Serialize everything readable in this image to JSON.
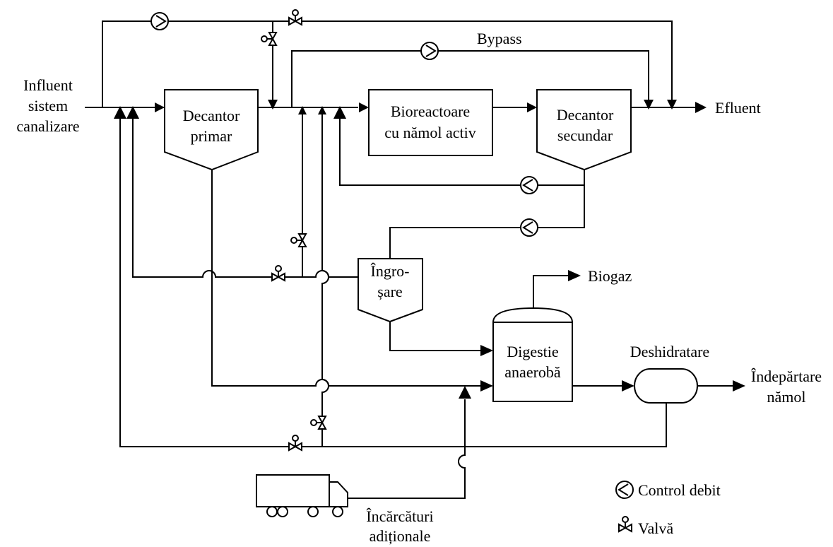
{
  "labels": {
    "influent_line1": "Influent",
    "influent_line2": "sistem",
    "influent_line3": "canalizare",
    "effluent": "Efluent",
    "bypass": "Bypass",
    "biogas": "Biogaz",
    "dewatering": "Deshidratare",
    "sludge_removal_line1": "Îndepărtare",
    "sludge_removal_line2": "nămol",
    "additional_loads_line1": "Încărcături",
    "additional_loads_line2": "adiționale"
  },
  "units": {
    "primary_clarifier": {
      "line1": "Decantor",
      "line2": "primar"
    },
    "bioreactor": {
      "line1": "Bioreactoare",
      "line2": "cu nămol activ"
    },
    "secondary_clarifier": {
      "line1": "Decantor",
      "line2": "secundar"
    },
    "thickening": {
      "line1": "Îngro-",
      "line2": "șare"
    },
    "digestion": {
      "line1": "Digestie",
      "line2": "anaerobă"
    }
  },
  "legend": {
    "flow_control": "Control debit",
    "valve": "Valvă"
  }
}
